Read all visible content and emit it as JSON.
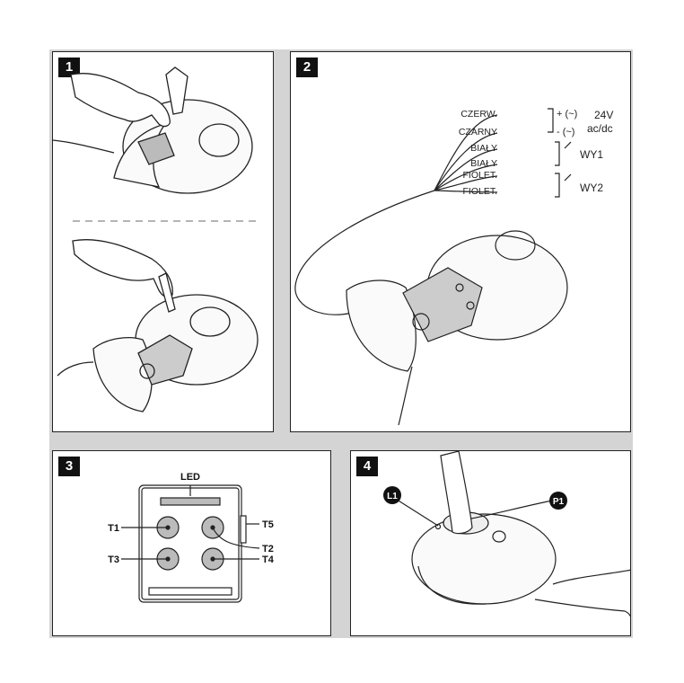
{
  "panels": {
    "p1": {
      "number": "1"
    },
    "p2": {
      "number": "2",
      "wires": {
        "czerw": "CZERW.",
        "czarny": "CZARNY",
        "bialy1": "BIAŁY",
        "bialy2": "BIAŁY",
        "fiolet1": "FIOLET.",
        "fiolet2": "FIOLET."
      },
      "plus": "+ (~)",
      "minus": "- (~)",
      "voltage": "24V",
      "acdc": "ac/dc",
      "wy1": "WY1",
      "wy2": "WY2"
    },
    "p3": {
      "number": "3",
      "led": "LED",
      "t1": "T1",
      "t2": "T2",
      "t3": "T3",
      "t4": "T4",
      "t5": "T5"
    },
    "p4": {
      "number": "4",
      "l1": "L1",
      "p1": "P1"
    }
  }
}
